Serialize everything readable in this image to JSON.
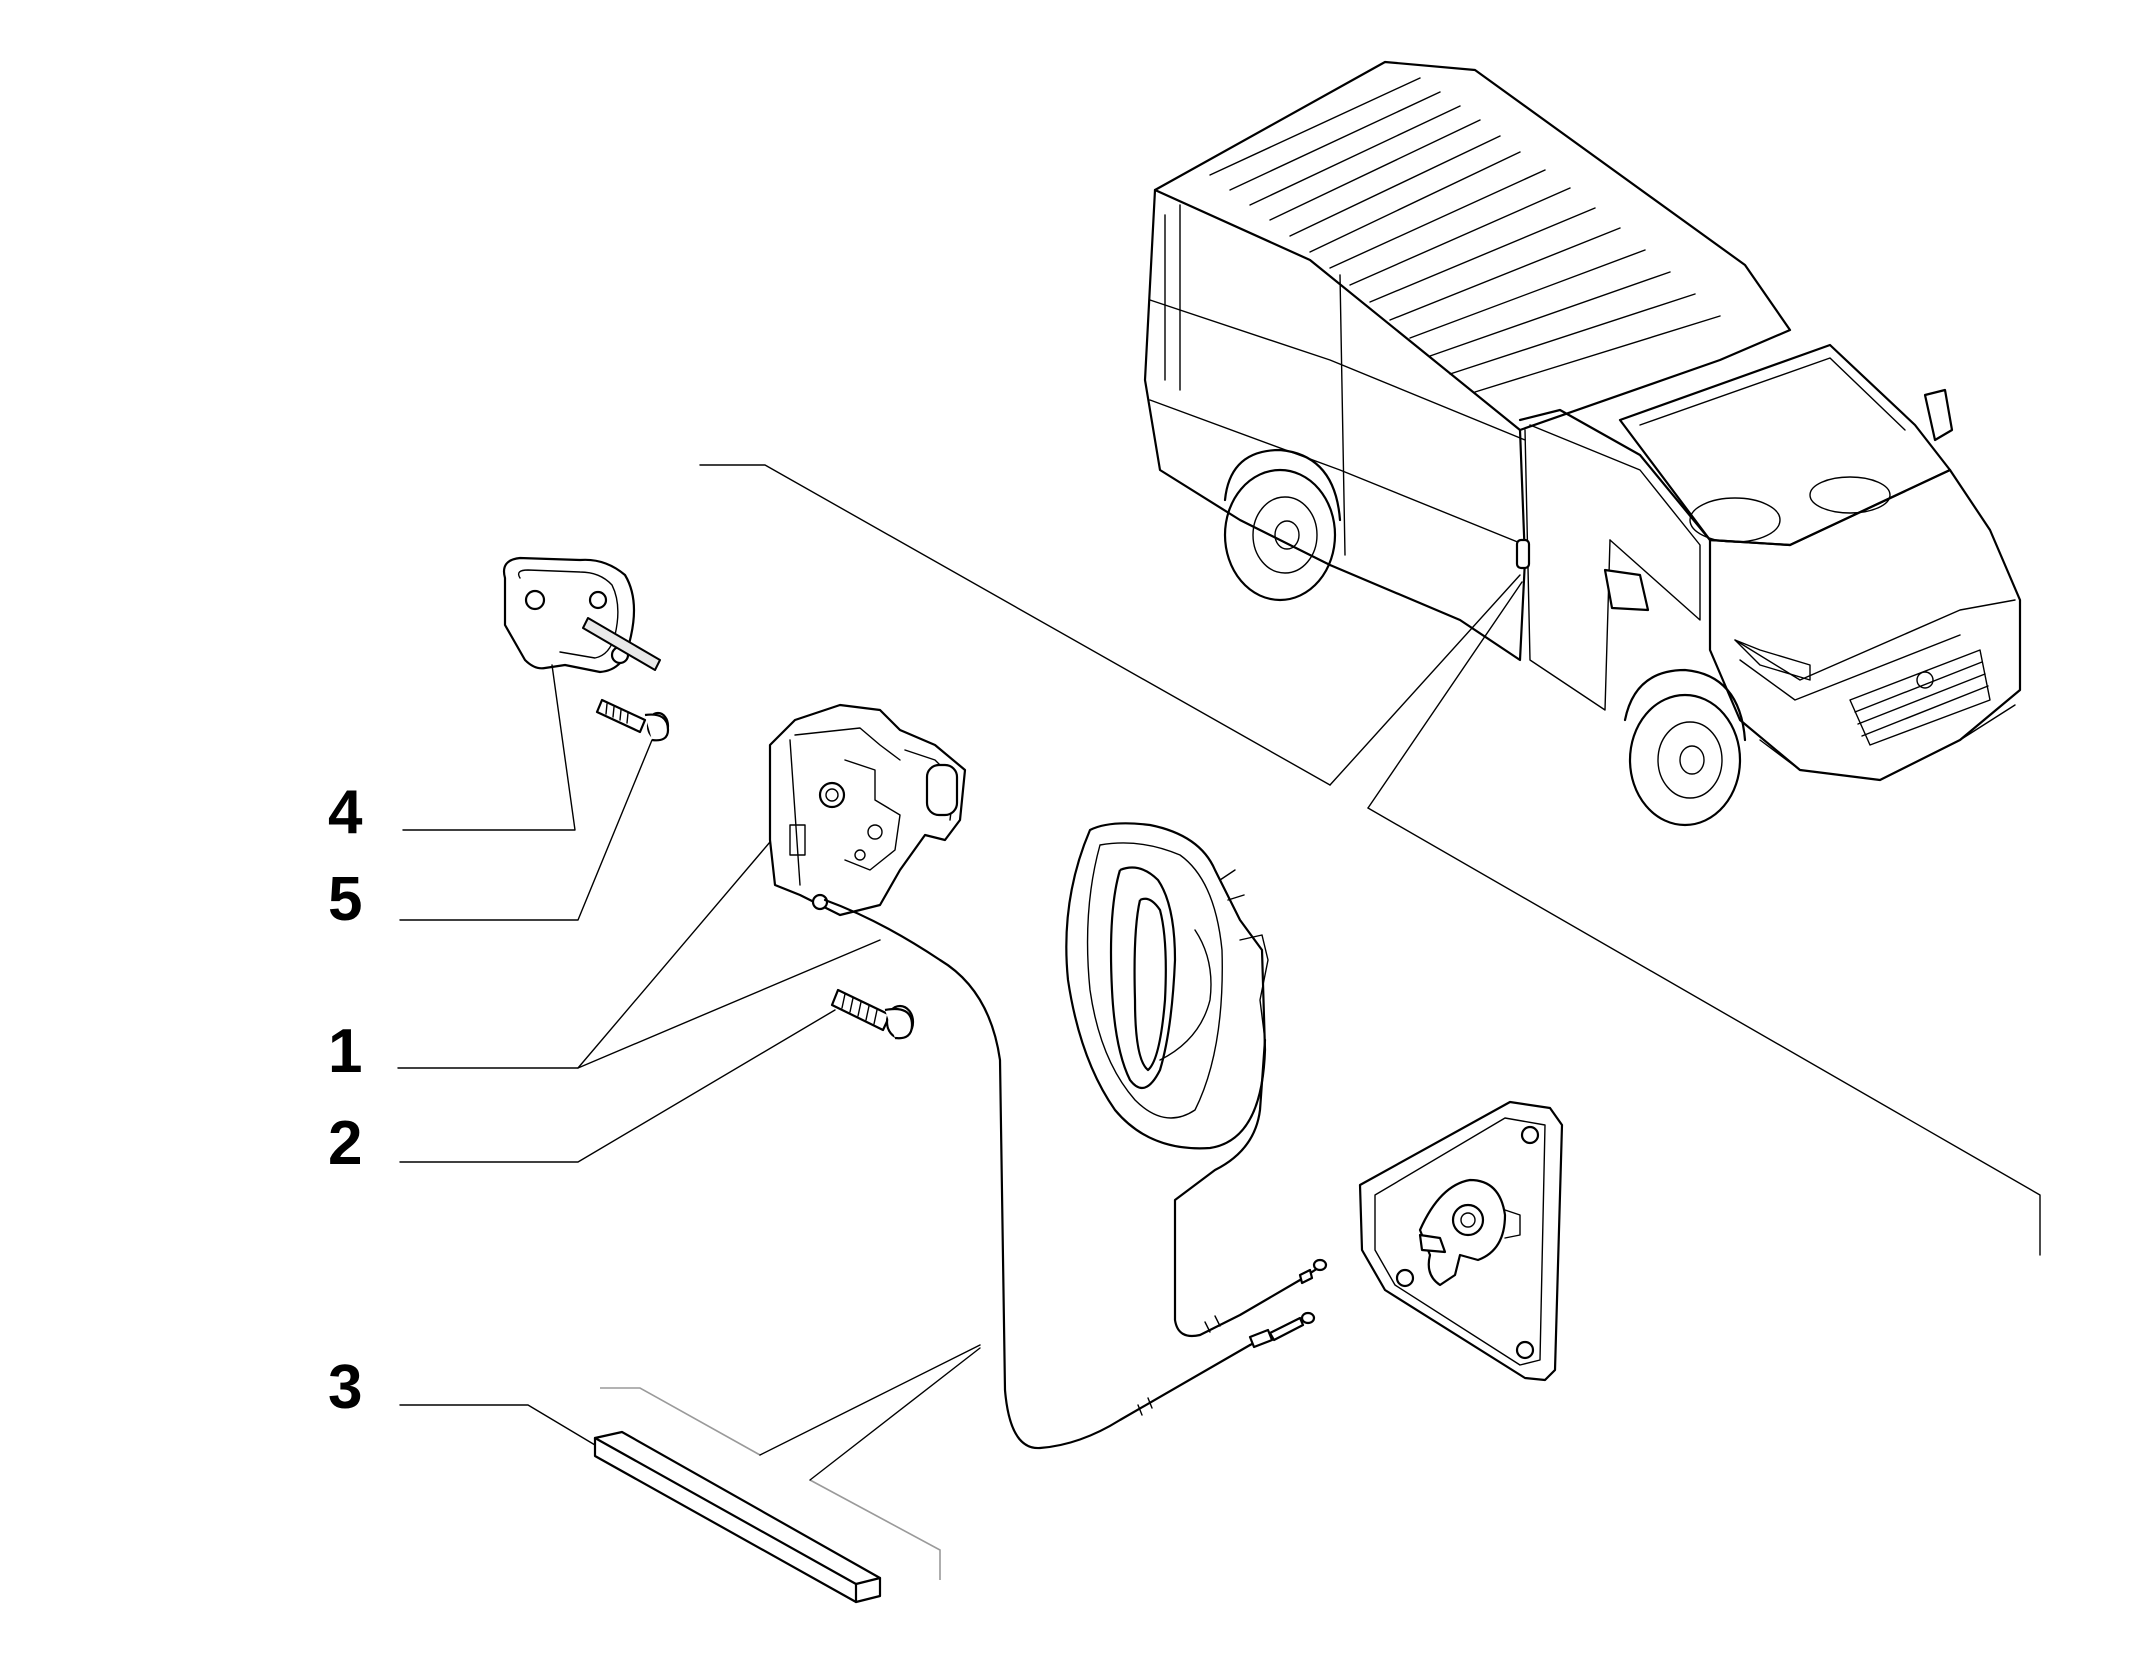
{
  "diagram": {
    "labels": [
      {
        "id": "4",
        "text": "4"
      },
      {
        "id": "5",
        "text": "5"
      },
      {
        "id": "1",
        "text": "1"
      },
      {
        "id": "2",
        "text": "2"
      },
      {
        "id": "3",
        "text": "3"
      }
    ],
    "colors": {
      "line": "#000000",
      "background": "#ffffff",
      "secondary_line": "#9a9a9a"
    }
  }
}
